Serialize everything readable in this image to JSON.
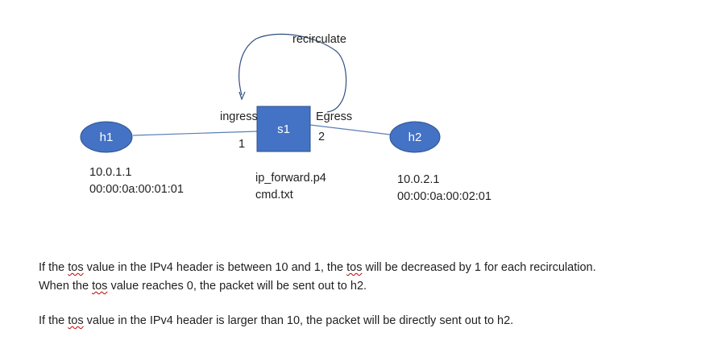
{
  "nodes": {
    "h1": "h1",
    "s1": "s1",
    "h2": "h2"
  },
  "labels": {
    "recirculate": "recirculate",
    "ingress": "ingress",
    "egress": "Egress",
    "port_in": "1",
    "port_out": "2"
  },
  "h1_info": {
    "ip": "10.0.1.1",
    "mac": "00:00:0a:00:01:01"
  },
  "h2_info": {
    "ip": "10.0.2.1",
    "mac": "00:00:0a:00:02:01"
  },
  "files": {
    "program": "ip_forward.p4",
    "commands": "cmd.txt"
  },
  "description": {
    "p1_a": "If the ",
    "p1_tos": "tos",
    "p1_b": " value in the IPv4 header is between 10 and 1, the ",
    "p1_tos2": "tos",
    "p1_c": " will be decreased by 1 for each recirculation.",
    "p2_a": "When the ",
    "p2_tos": "tos",
    "p2_b": " value reaches 0, the packet will be sent out to h2.",
    "p3_a": "If the ",
    "p3_tos": "tos",
    "p3_b": " value in the IPv4 header is larger than 10, the packet will be directly sent out to h2."
  },
  "colors": {
    "node_fill": "#4472c4",
    "node_stroke": "#2f528f",
    "link": "#5b7fb5",
    "recirc_line": "#2f4e7e"
  }
}
